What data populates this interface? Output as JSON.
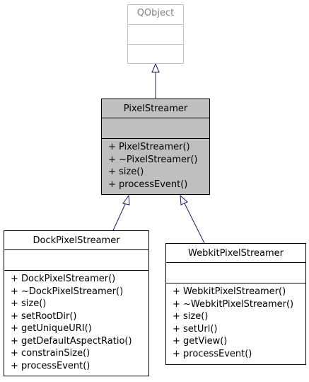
{
  "classes": {
    "qobject": {
      "name": "QObject",
      "methods": []
    },
    "pixel_streamer": {
      "name": "PixelStreamer",
      "methods": [
        "+ PixelStreamer()",
        "+ ~PixelStreamer()",
        "+ size()",
        "+ processEvent()"
      ]
    },
    "dock_pixel_streamer": {
      "name": "DockPixelStreamer",
      "methods": [
        "+ DockPixelStreamer()",
        "+ ~DockPixelStreamer()",
        "+ size()",
        "+ setRootDir()",
        "+ getUniqueURI()",
        "+ getDefaultAspectRatio()",
        "+ constrainSize()",
        "+ processEvent()"
      ]
    },
    "webkit_pixel_streamer": {
      "name": "WebkitPixelStreamer",
      "methods": [
        "+ WebkitPixelStreamer()",
        "+ ~WebkitPixelStreamer()",
        "+ size()",
        "+ setUrl()",
        "+ getView()",
        "+ processEvent()"
      ]
    }
  },
  "edges": [
    {
      "from": "pixel_streamer",
      "to": "qobject",
      "type": "inheritance"
    },
    {
      "from": "dock_pixel_streamer",
      "to": "pixel_streamer",
      "type": "inheritance"
    },
    {
      "from": "webkit_pixel_streamer",
      "to": "pixel_streamer",
      "type": "inheritance"
    }
  ],
  "colors": {
    "edge": "#191970",
    "highlight_fill": "#bfbfbf",
    "external_border": "#bfbfbf",
    "external_text": "#808080"
  }
}
